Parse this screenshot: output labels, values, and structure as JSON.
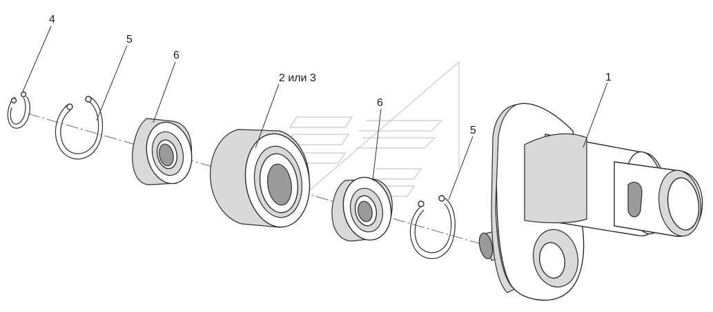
{
  "callouts": {
    "c1": "1",
    "c2": "2 или 3",
    "c4": "4",
    "c5a": "5",
    "c5b": "5",
    "c6a": "6",
    "c6b": "6"
  },
  "colors": {
    "line": "#2b2b2b",
    "shade": "#d9d9d9",
    "watermark": "#c8c8c8"
  }
}
